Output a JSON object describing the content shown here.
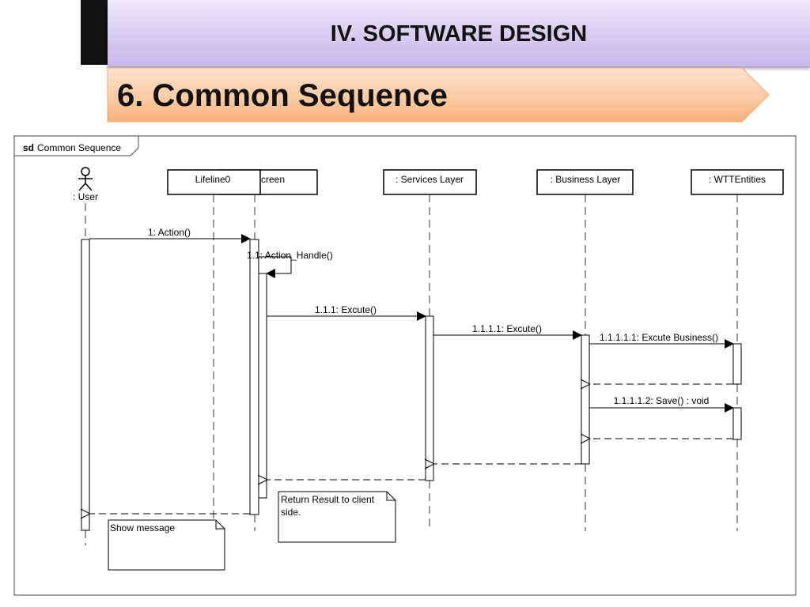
{
  "header": {
    "title": "IV. SOFTWARE DESIGN"
  },
  "slide": {
    "subtitle": "6. Common Sequence"
  },
  "diagram": {
    "frame": {
      "keyword": "sd",
      "name": "Common Sequence"
    },
    "actor": {
      "label": ": User"
    },
    "lifelines": {
      "lifeline0": "Lifeline0",
      "screen": "creen",
      "services": ": Services Layer",
      "business": ": Business Layer",
      "entities": ": WTTEntities"
    },
    "messages": {
      "m1": "1: Action()",
      "m11": "1.1: Action_Handle()",
      "m111": "1.1.1: Excute()",
      "m1111": "1.1.1.1: Excute()",
      "m11111": "1.1.1.1.1: Excute Business()",
      "m11112": "1.1.1.1.2: Save() : void"
    },
    "notes": {
      "return_line1": "Return Result to client",
      "return_line2": "side.",
      "show": "Show message"
    }
  },
  "colors": {
    "header_band": "#d6cbf1",
    "subtitle_arrow": "#fbc9a0",
    "line": "#000000"
  }
}
